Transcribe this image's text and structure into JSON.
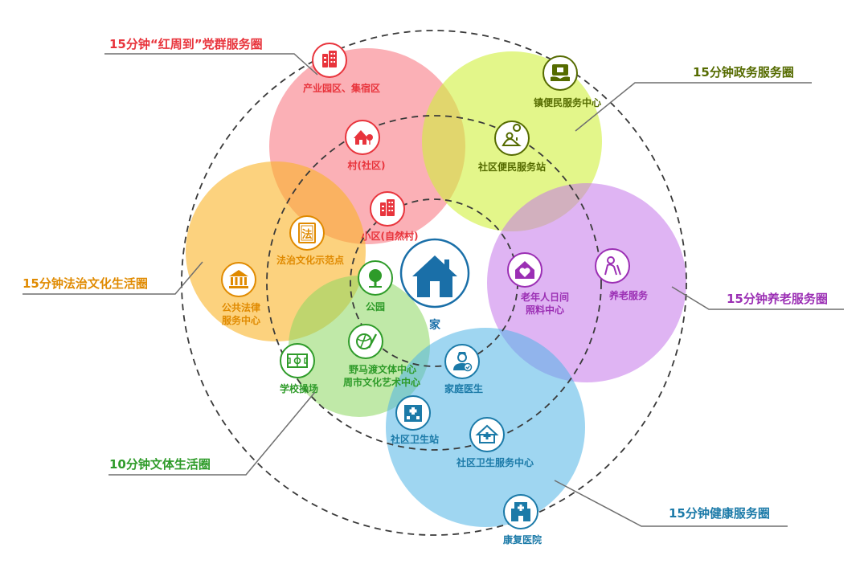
{
  "colors": {
    "red": "#e8343c",
    "green_yellow": "#556b00",
    "orange": "#e08a00",
    "purple": "#9b2fb4",
    "green": "#2e9b29",
    "blue": "#1b7aa8",
    "home": "#1a6fa8",
    "ring": "#3a3a3a",
    "leader": "#6f6f6f"
  },
  "home": {
    "label": "家",
    "icon": "house-icon"
  },
  "callouts": {
    "party": "15分钟“红周到”党群服务圈",
    "gov": "15分钟政务服务圈",
    "law": "15分钟法治文化生活圈",
    "elderly": "15分钟养老服务圈",
    "sports": "10分钟文体生活圈",
    "health": "15分钟健康服务圈"
  },
  "nodes": {
    "industrial_park": "产业园区、集宿区",
    "village": "村(社区)",
    "neighborhood": "小区(自然村)",
    "town_service_center": "镇便民服务中心",
    "community_service_station": "社区便民服务站",
    "law_demo_site": "法治文化示范点",
    "legal_service_line1": "公共法律",
    "legal_service_line2": "服务中心",
    "park": "公园",
    "culture_center_line1": "野马渡文体中心",
    "culture_center_line2": "周市文化艺术中心",
    "school_field": "学校操场",
    "elderly_day_care_line1": "老年人日间",
    "elderly_day_care_line2": "照料中心",
    "elderly_service": "养老服务",
    "family_doctor": "家庭医生",
    "health_station": "社区卫生站",
    "health_service_center": "社区卫生服务中心",
    "rehab_hospital": "康复医院"
  }
}
